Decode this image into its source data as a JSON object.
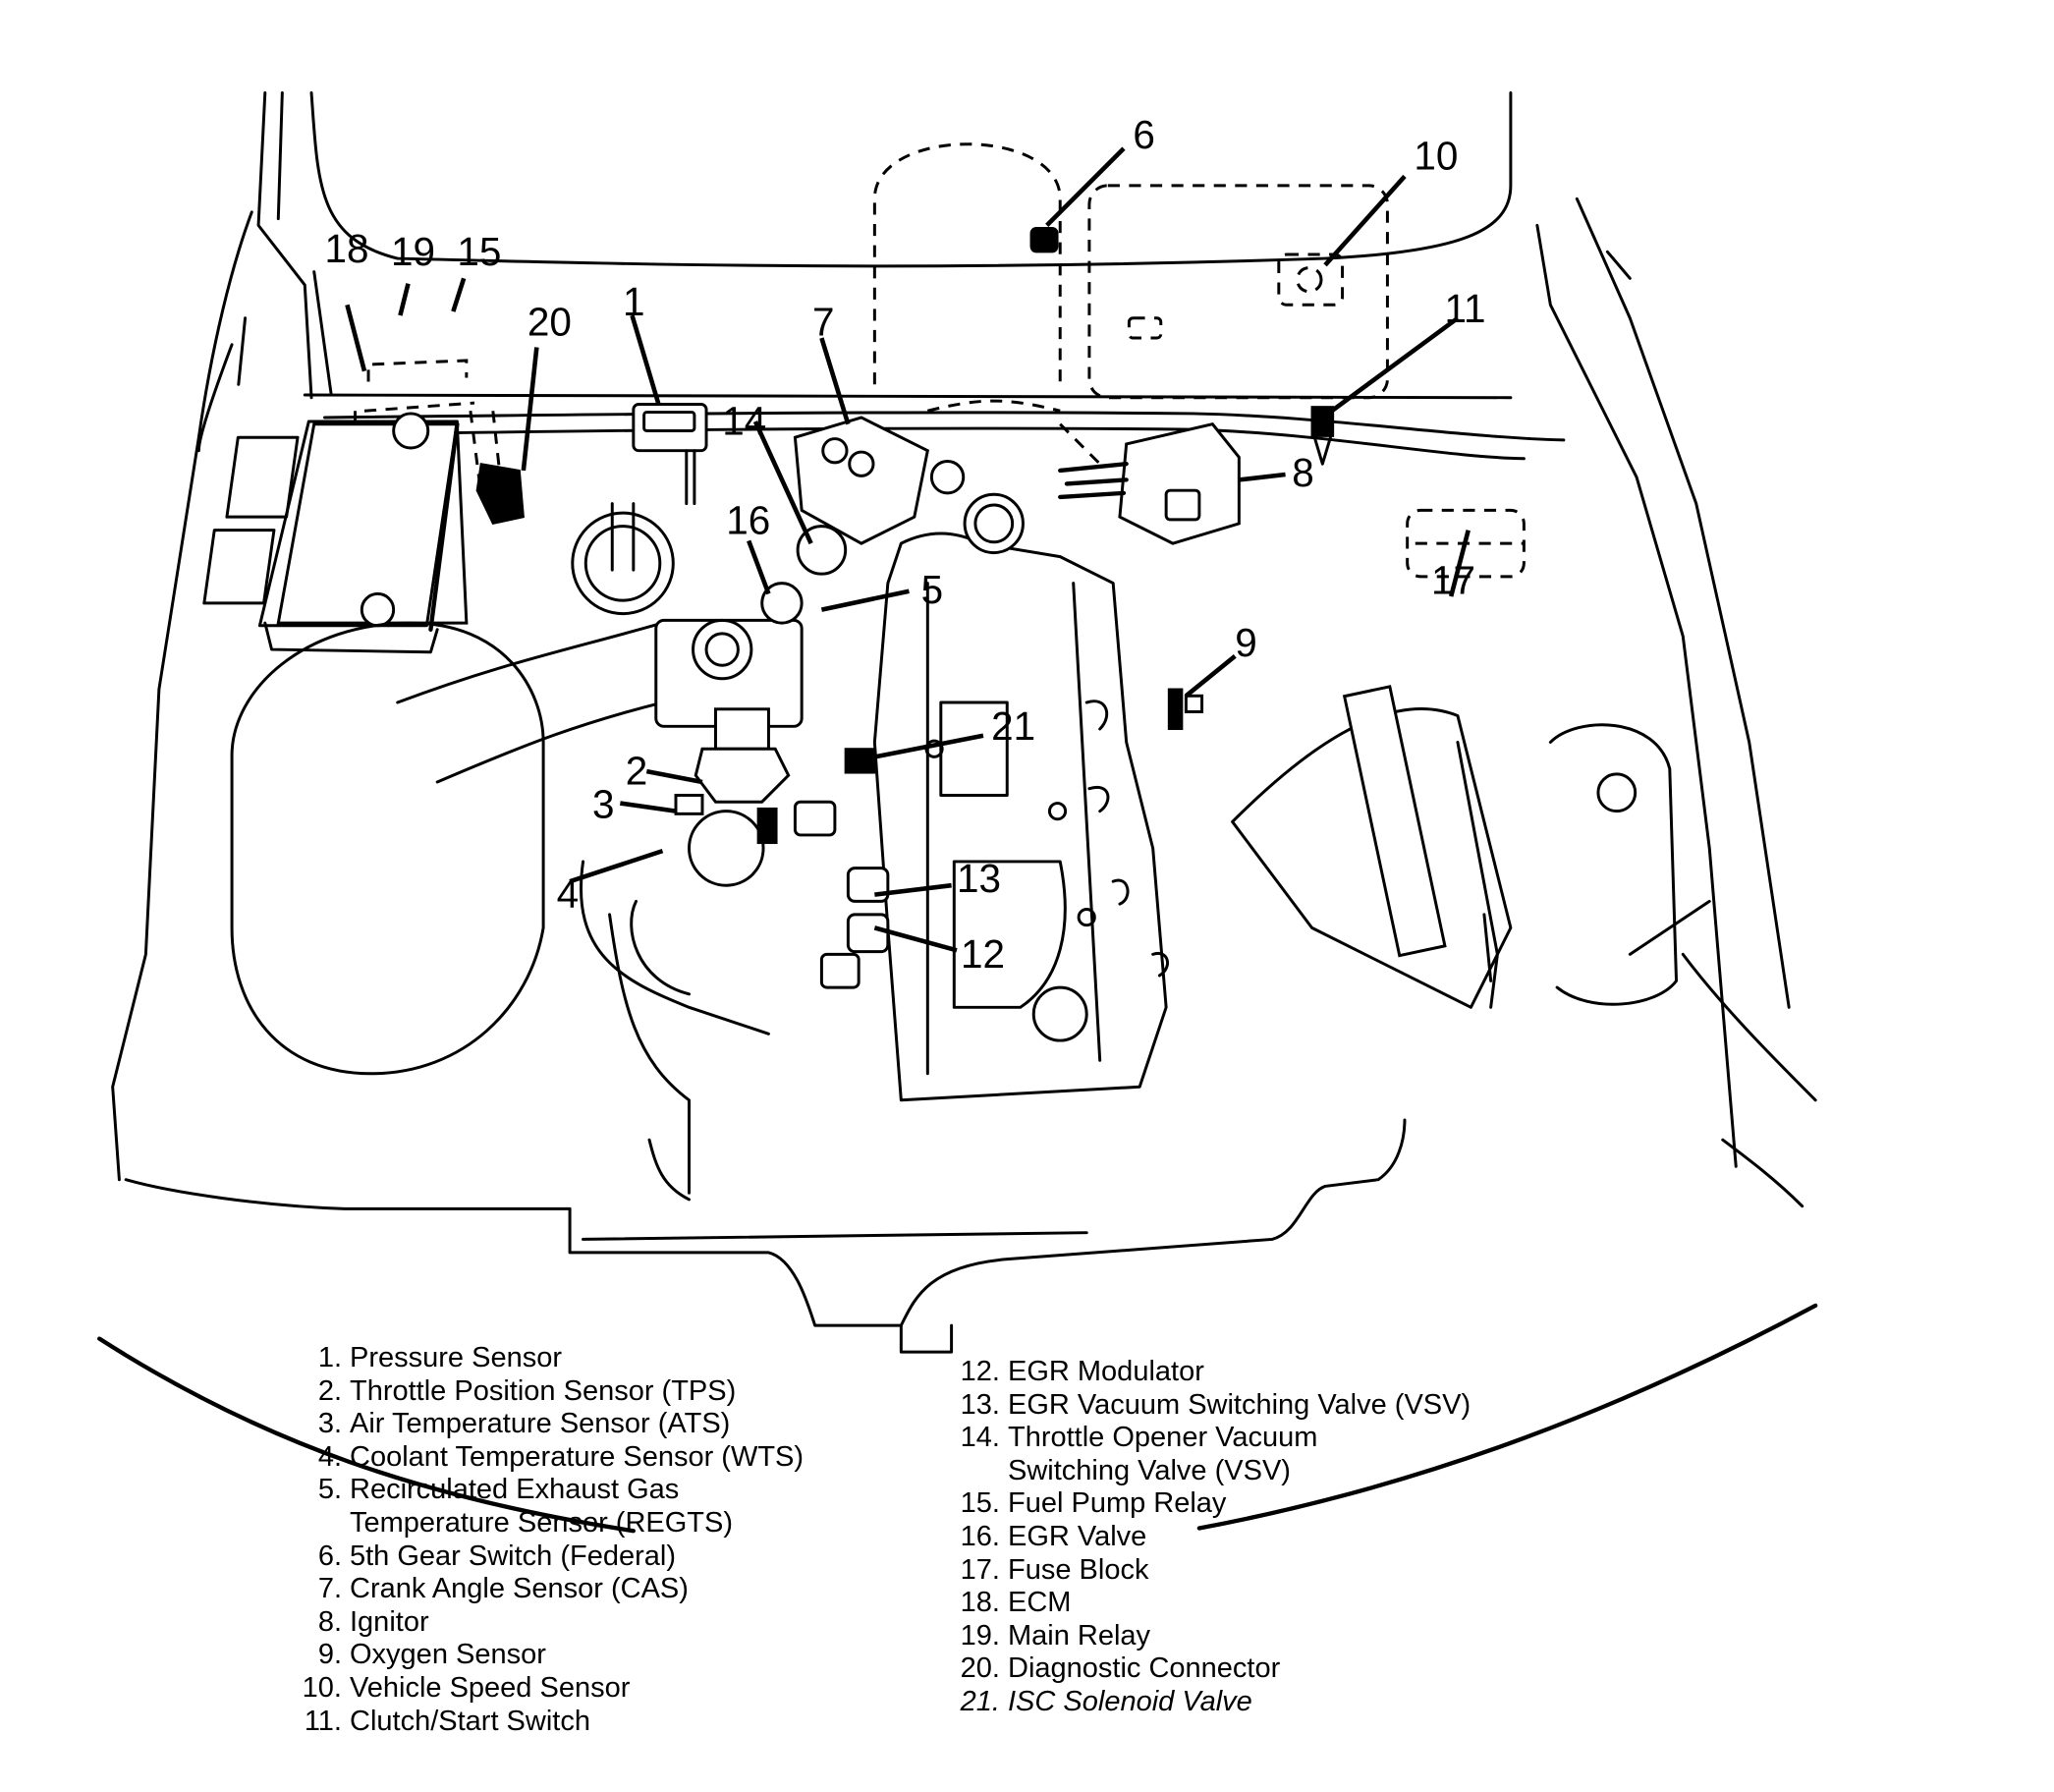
{
  "figure": {
    "subject": "Engine compartment component locator",
    "callouts": [
      {
        "id": "1",
        "label": "1"
      },
      {
        "id": "2",
        "label": "2"
      },
      {
        "id": "3",
        "label": "3"
      },
      {
        "id": "4",
        "label": "4"
      },
      {
        "id": "5",
        "label": "5"
      },
      {
        "id": "6",
        "label": "6"
      },
      {
        "id": "7",
        "label": "7"
      },
      {
        "id": "8",
        "label": "8"
      },
      {
        "id": "9",
        "label": "9"
      },
      {
        "id": "10",
        "label": "10"
      },
      {
        "id": "11",
        "label": "11"
      },
      {
        "id": "12",
        "label": "12"
      },
      {
        "id": "13",
        "label": "13"
      },
      {
        "id": "14",
        "label": "14"
      },
      {
        "id": "15",
        "label": "15"
      },
      {
        "id": "16",
        "label": "16"
      },
      {
        "id": "17",
        "label": "17"
      },
      {
        "id": "18",
        "label": "18"
      },
      {
        "id": "19",
        "label": "19"
      },
      {
        "id": "20",
        "label": "20"
      },
      {
        "id": "21",
        "label": "21"
      }
    ]
  },
  "legend": {
    "left": [
      {
        "num": "1.",
        "lines": [
          "Pressure Sensor"
        ]
      },
      {
        "num": "2.",
        "lines": [
          "Throttle Position Sensor (TPS)"
        ]
      },
      {
        "num": "3.",
        "lines": [
          "Air Temperature Sensor (ATS)"
        ]
      },
      {
        "num": "4.",
        "lines": [
          "Coolant Temperature Sensor (WTS)"
        ]
      },
      {
        "num": "5.",
        "lines": [
          "Recirculated Exhaust Gas",
          "Temperature Sensor (REGTS)"
        ]
      },
      {
        "num": "6.",
        "lines": [
          "5th Gear Switch (Federal)"
        ]
      },
      {
        "num": "7.",
        "lines": [
          "Crank Angle Sensor (CAS)"
        ]
      },
      {
        "num": "8.",
        "lines": [
          "Ignitor"
        ]
      },
      {
        "num": "9.",
        "lines": [
          "Oxygen Sensor"
        ]
      },
      {
        "num": "10.",
        "lines": [
          "Vehicle Speed Sensor"
        ]
      },
      {
        "num": "11.",
        "lines": [
          "Clutch/Start Switch"
        ]
      }
    ],
    "right": [
      {
        "num": "12.",
        "lines": [
          "EGR Modulator"
        ]
      },
      {
        "num": "13.",
        "lines": [
          "EGR Vacuum Switching Valve (VSV)"
        ]
      },
      {
        "num": "14.",
        "lines": [
          "Throttle Opener Vacuum",
          "Switching Valve (VSV)"
        ]
      },
      {
        "num": "15.",
        "lines": [
          "Fuel Pump Relay"
        ]
      },
      {
        "num": "16.",
        "lines": [
          "EGR Valve"
        ]
      },
      {
        "num": "17.",
        "lines": [
          "Fuse Block"
        ]
      },
      {
        "num": "18.",
        "lines": [
          "ECM"
        ]
      },
      {
        "num": "19.",
        "lines": [
          "Main Relay"
        ]
      },
      {
        "num": "20.",
        "lines": [
          "Diagnostic Connector"
        ]
      },
      {
        "num": "21.",
        "lines": [
          "ISC Solenoid Valve"
        ],
        "italic": true
      }
    ]
  }
}
